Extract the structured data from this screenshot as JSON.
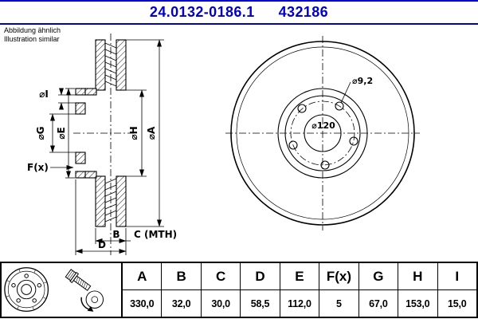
{
  "header": {
    "part_number": "24.0132-0186.1",
    "reference_number": "432186"
  },
  "note": {
    "line1": "Abbildung ähnlich",
    "line2": "Illustration similar"
  },
  "drawing": {
    "section_labels": {
      "dia_i": "⌀I",
      "dia_g": "⌀G",
      "dia_e": "⌀E",
      "f_x": "F(x)",
      "dia_h": "⌀H",
      "dia_a": "⌀A",
      "b": "B",
      "c_mth": "C (MTH)",
      "d": "D"
    },
    "front_labels": {
      "hole_diameter": "⌀9,2",
      "bolt_circle_diameter": "⌀120"
    }
  },
  "table": {
    "columns": [
      {
        "label": "A",
        "value": "330,0"
      },
      {
        "label": "B",
        "value": "32,0"
      },
      {
        "label": "C",
        "value": "30,0"
      },
      {
        "label": "D",
        "value": "58,5"
      },
      {
        "label": "E",
        "value": "112,0"
      },
      {
        "label": "F(x)",
        "value": "5"
      },
      {
        "label": "G",
        "value": "67,0"
      },
      {
        "label": "H",
        "value": "153,0"
      },
      {
        "label": "I",
        "value": "15,0"
      }
    ]
  },
  "colors": {
    "accent": "#0000c8"
  }
}
